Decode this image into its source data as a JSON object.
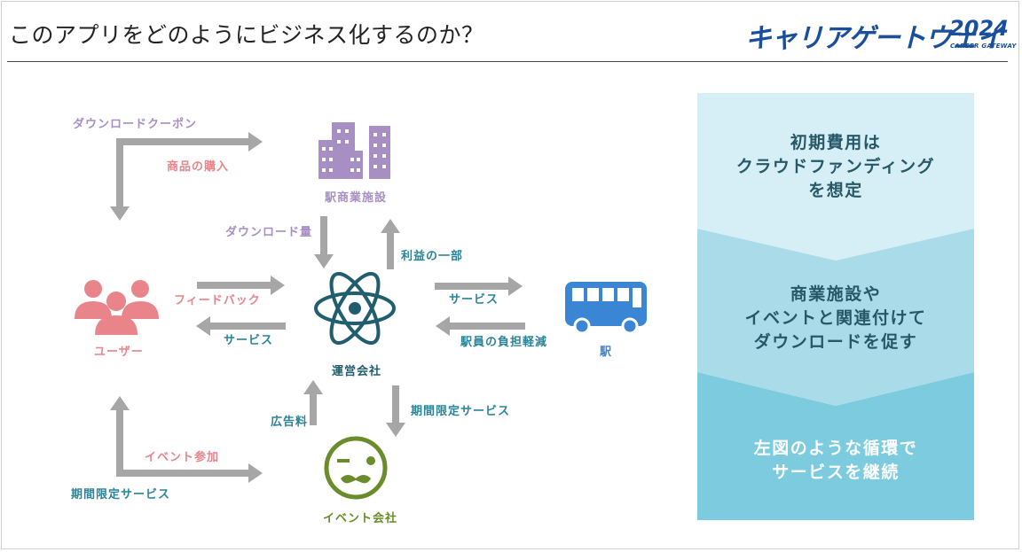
{
  "slide": {
    "title": "このアプリをどのようにビジネス化するのか？"
  },
  "logo": {
    "main": "キャリアゲートウェイ",
    "year": "2024",
    "sub": "CAREER GATEWAY"
  },
  "nodes": {
    "commercial": "駅商業施設",
    "user": "ユーザー",
    "operator": "運営会社",
    "station": "駅",
    "event_company": "イベント会社"
  },
  "flows": {
    "download_coupon": "ダウンロードクーポン",
    "purchase": "商品の購入",
    "download_volume": "ダウンロード量",
    "profit_share": "利益の一部",
    "feedback": "フィードバック",
    "service_to_user": "サービス",
    "service_to_station": "サービス",
    "staff_burden": "駅員の負担軽減",
    "ad_fee": "広告料",
    "limited_service_event": "期間限定サービス",
    "event_participation": "イベント参加",
    "limited_service_user": "期間限定サービス"
  },
  "panel": {
    "step1": [
      "初期費用は",
      "クラウドファンディング",
      "を想定"
    ],
    "step2": [
      "商業施設や",
      "イベントと関連付けて",
      "ダウンロードを促す"
    ],
    "step3": [
      "左図のような循環で",
      "サービスを継続"
    ]
  },
  "colors": {
    "arrow": "#a6a6a6",
    "purple": "#a78fc4",
    "red": "#e8848a",
    "teal": "#2a8499",
    "navy": "#205d6e",
    "blue": "#3b86d4",
    "green": "#6a8c2a",
    "panel_light": "#d6eef5",
    "panel_mid": "#a9dbe8",
    "panel_dark": "#7ccbdf",
    "logo": "#1a4f9c"
  },
  "icons": {
    "commercial": "building-icon",
    "user": "people-icon",
    "operator": "atom-icon",
    "station": "bus-icon",
    "event_company": "mustache-face-icon"
  }
}
